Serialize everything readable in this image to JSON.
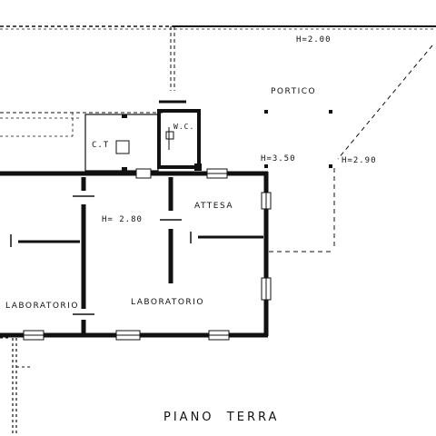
{
  "floor_title": "PIANO  TERRA",
  "rooms": {
    "portico": "PORTICO",
    "wc": "W.C.",
    "ct": "C.T",
    "attesa": "ATTESA",
    "laboratorio_left": "LABORATORIO",
    "laboratorio_right": "LABORATORIO"
  },
  "heights": {
    "portico_top": "H=2.00",
    "portico_mid": "H=3.50",
    "portico_right": "H=2.90",
    "main_room": "H= 2.80"
  },
  "colors": {
    "ink": "#111111",
    "paper": "#ffffff"
  }
}
